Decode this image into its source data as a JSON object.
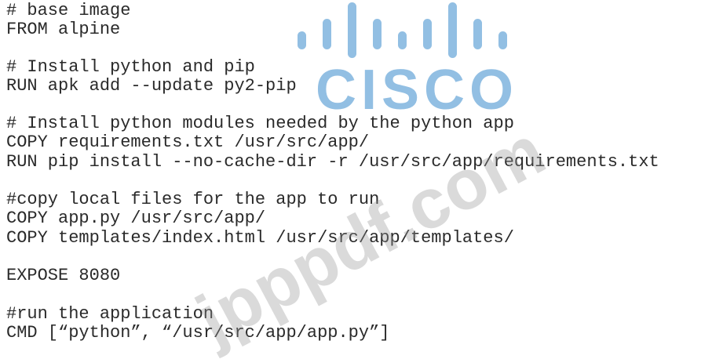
{
  "code_lines": [
    "# base image",
    "FROM alpine",
    "",
    "# Install python and pip",
    "RUN apk add --update py2-pip",
    "",
    "# Install python modules needed by the python app",
    "COPY requirements.txt /usr/src/app/",
    "RUN pip install --no-cache-dir -r /usr/src/app/requirements.txt",
    "",
    "#copy local files for the app to run",
    "COPY app.py /usr/src/app/",
    "COPY templates/index.html /usr/src/app/templates/",
    "",
    "EXPOSE 8080",
    "",
    "#run the application",
    "CMD [“python”, “/usr/src/app/app.py”]"
  ],
  "logo": {
    "text": "CISCO",
    "color": "#92bfe3"
  },
  "watermark": "jpppdf.com"
}
